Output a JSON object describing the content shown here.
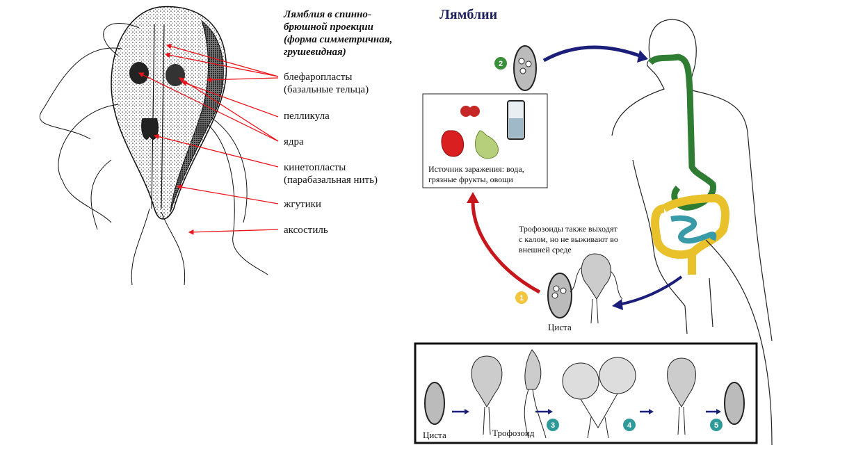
{
  "left_diagram": {
    "heading": [
      "Лямблия в спинно-",
      "брюшной проекции",
      "(форма симметричная,",
      "грушевидная)"
    ],
    "labels": [
      [
        "блефаропласты",
        "(базальные тельца)"
      ],
      [
        "пелликула"
      ],
      [
        "ядра"
      ],
      [
        "кинетопласты",
        "(парабазальная нить)"
      ],
      [
        "жгутики"
      ],
      [
        "аксостиль"
      ]
    ],
    "pointer_color": "#e8141b"
  },
  "cycle": {
    "title": "Лямблии",
    "title_color": "#1b1f5c",
    "source_box": {
      "text": [
        "Источник заражения: вода,",
        "грязные фрукты, овощи"
      ]
    },
    "trophozoite_note": [
      "Трофозоиды также выходят",
      "с калом, но не выживают во",
      "внешней среде"
    ],
    "cyst_label": "Циста",
    "steps": [
      {
        "number": "1",
        "color": "#f2c53d"
      },
      {
        "number": "2",
        "color": "#3a8f3a"
      },
      {
        "number": "3",
        "color": "#2f9a9a"
      },
      {
        "number": "4",
        "color": "#2f9a9a"
      },
      {
        "number": "5",
        "color": "#2f9a9a"
      }
    ],
    "stages_box": {
      "cyst_label": "Циста",
      "trophozoite_label": "Трофозоид"
    },
    "arrow_colors": {
      "red": "#c8161d",
      "navy": "#1c1f7a"
    }
  }
}
